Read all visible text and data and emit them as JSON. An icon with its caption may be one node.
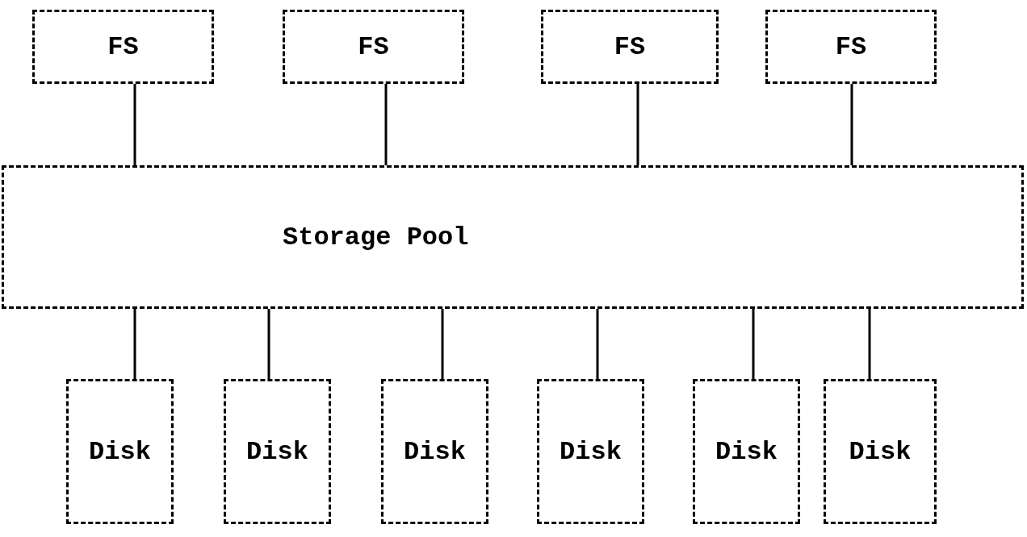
{
  "diagram": {
    "nodes": [
      {
        "text": [
          "FS"
        ]
      },
      {
        "text": [
          "FS"
        ]
      },
      {
        "text": [
          "FS"
        ]
      },
      {
        "text": [
          "FS"
        ]
      },
      {
        "text": [
          "Storage Pool"
        ]
      },
      {
        "text": [
          "Disk"
        ]
      },
      {
        "text": [
          "Disk"
        ]
      },
      {
        "text": [
          "Disk"
        ]
      },
      {
        "text": [
          "Disk"
        ]
      },
      {
        "text": [
          "Disk"
        ]
      },
      {
        "text": [
          "Disk"
        ]
      }
    ],
    "edges": [
      {
        "from": 0,
        "to": 4,
        "arrow": "none"
      },
      {
        "from": 1,
        "to": 4,
        "arrow": "none"
      },
      {
        "from": 2,
        "to": 4,
        "arrow": "none"
      },
      {
        "from": 3,
        "to": 4,
        "arrow": "none"
      },
      {
        "from": 4,
        "to": 5,
        "arrow": "none"
      },
      {
        "from": 4,
        "to": 6,
        "arrow": "none"
      },
      {
        "from": 4,
        "to": 7,
        "arrow": "none"
      },
      {
        "from": 4,
        "to": 8,
        "arrow": "none"
      },
      {
        "from": 4,
        "to": 9,
        "arrow": "none"
      },
      {
        "from": 4,
        "to": 10,
        "arrow": "none"
      }
    ]
  }
}
